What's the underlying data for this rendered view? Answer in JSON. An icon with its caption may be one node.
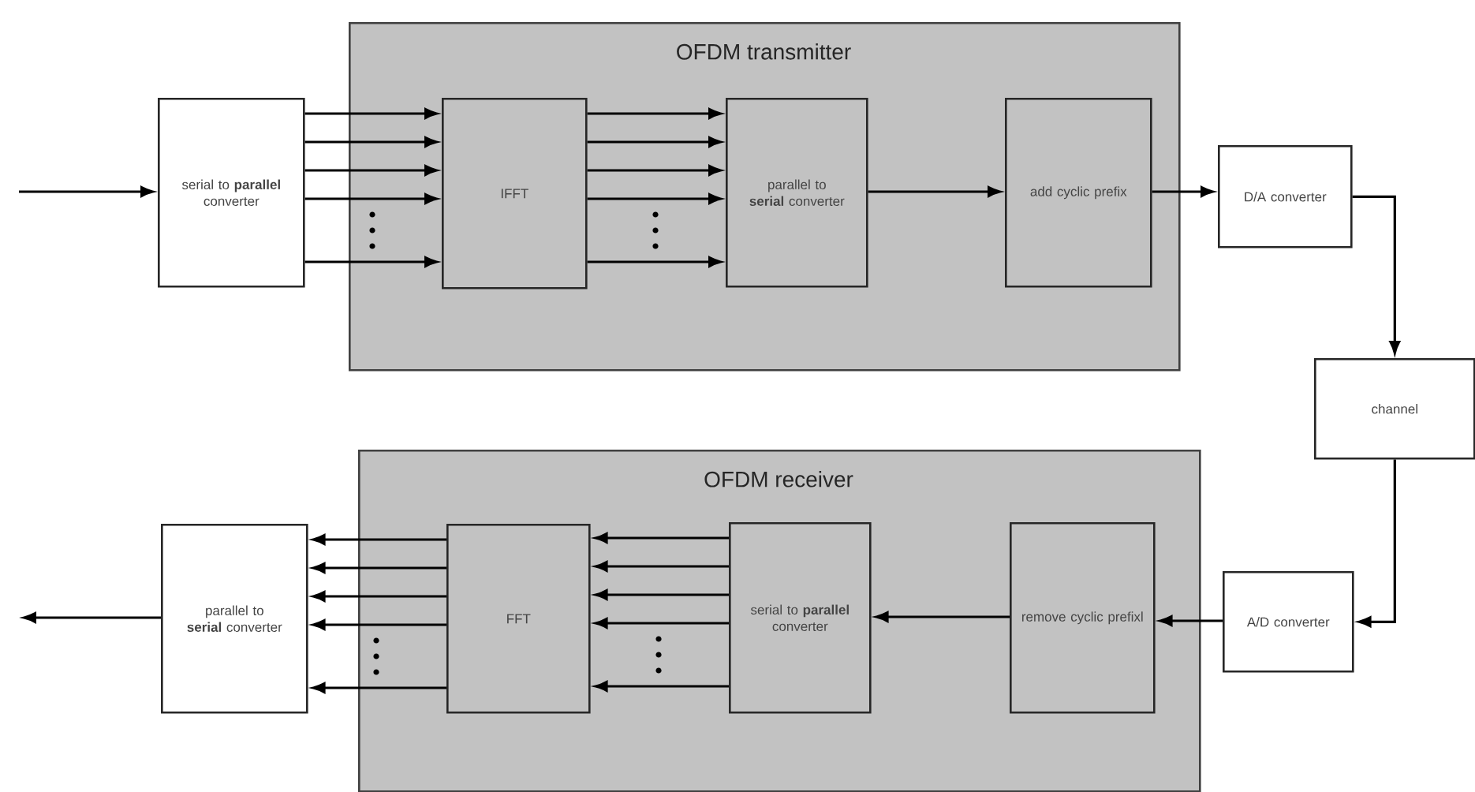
{
  "diagram": {
    "nodes": [
      {
        "text": [
          "OFDM transmitter"
        ]
      },
      {
        "text": [
          "serial to **parallel** converter"
        ]
      },
      {
        "text": [
          "IFFT"
        ],
        "in": 0
      },
      {
        "text": [
          "parallel to **serial** converter"
        ],
        "in": 0
      },
      {
        "text": [
          "add cyclic prefix"
        ],
        "in": 0
      },
      {
        "text": [
          "D/A converter"
        ]
      },
      {
        "text": [
          "channel"
        ]
      },
      {
        "text": [
          "OFDM receiver"
        ]
      },
      {
        "text": [
          "parallel to **serial** converter"
        ]
      },
      {
        "text": [
          "FFT"
        ],
        "in": 7
      },
      {
        "text": [
          "serial to **parallel** converter"
        ],
        "in": 7
      },
      {
        "text": [
          "remove cyclic prefixl"
        ],
        "in": 7
      },
      {
        "text": [
          "A/D converter"
        ]
      }
    ],
    "edges": [
      {
        "from": null,
        "to": 1,
        "arrow": "to"
      },
      {
        "from": 1,
        "to": 2,
        "arrow": "to"
      },
      {
        "from": 1,
        "to": 2,
        "arrow": "to"
      },
      {
        "from": 1,
        "to": 2,
        "arrow": "to"
      },
      {
        "from": 1,
        "to": 2,
        "arrow": "to"
      },
      {
        "from": 1,
        "to": 2,
        "arrow": "to"
      },
      {
        "from": 2,
        "to": 3,
        "arrow": "to"
      },
      {
        "from": 2,
        "to": 3,
        "arrow": "to"
      },
      {
        "from": 2,
        "to": 3,
        "arrow": "to"
      },
      {
        "from": 2,
        "to": 3,
        "arrow": "to"
      },
      {
        "from": 2,
        "to": 3,
        "arrow": "to"
      },
      {
        "from": 3,
        "to": 4,
        "arrow": "to"
      },
      {
        "from": 4,
        "to": 5,
        "arrow": "to"
      },
      {
        "from": 5,
        "to": 6,
        "arrow": "to"
      },
      {
        "from": 6,
        "to": 12,
        "arrow": "to"
      },
      {
        "from": 12,
        "to": 11,
        "arrow": "to"
      },
      {
        "from": 11,
        "to": 10,
        "arrow": "to"
      },
      {
        "from": 10,
        "to": 9,
        "arrow": "to"
      },
      {
        "from": 10,
        "to": 9,
        "arrow": "to"
      },
      {
        "from": 10,
        "to": 9,
        "arrow": "to"
      },
      {
        "from": 10,
        "to": 9,
        "arrow": "to"
      },
      {
        "from": 10,
        "to": 9,
        "arrow": "to"
      },
      {
        "from": 9,
        "to": 8,
        "arrow": "to"
      },
      {
        "from": 9,
        "to": 8,
        "arrow": "to"
      },
      {
        "from": 9,
        "to": 8,
        "arrow": "to"
      },
      {
        "from": 9,
        "to": 8,
        "arrow": "to"
      },
      {
        "from": 9,
        "to": 8,
        "arrow": "to"
      },
      {
        "from": 8,
        "to": null,
        "arrow": "to"
      }
    ]
  }
}
